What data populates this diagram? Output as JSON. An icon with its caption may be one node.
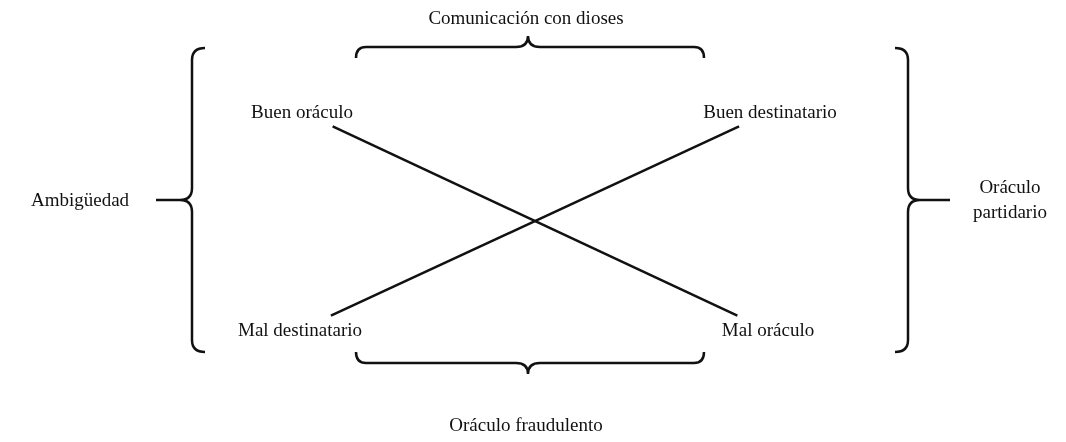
{
  "diagram": {
    "nodes": [
      {
        "text": [
          "Buen oráculo"
        ]
      },
      {
        "text": [
          "Buen destinatario"
        ]
      },
      {
        "text": [
          "Mal destinatario"
        ]
      },
      {
        "text": [
          "Mal oráculo"
        ]
      }
    ],
    "edges": [
      {
        "from": 0,
        "to": 3,
        "arrow": "none"
      },
      {
        "from": 1,
        "to": 2,
        "arrow": "none"
      }
    ],
    "labels": [
      "Comunicación con dioses",
      "Ambigüedad",
      "Oráculo partidario",
      "Oráculo fraudulento"
    ]
  }
}
